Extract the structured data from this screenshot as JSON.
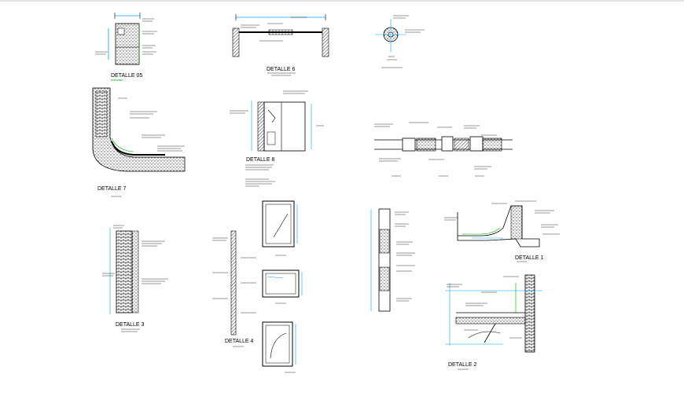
{
  "drawing": {
    "background": "#ffffff",
    "line_color": "#000000",
    "dimension_color": "#00a6ff",
    "accent_color": "#00b000",
    "titles": {
      "detalle_05": "DETALLE 05",
      "detalle_6": "DETALLE 6",
      "detalle_7": "DETALLE 7",
      "detalle_8": "DETALLE 8",
      "detalle_3": "DETALLE 3",
      "detalle_4": "DETALLE 4",
      "detalle_1": "DETALLE 1",
      "detalle_2": "DETALLE 2"
    }
  }
}
